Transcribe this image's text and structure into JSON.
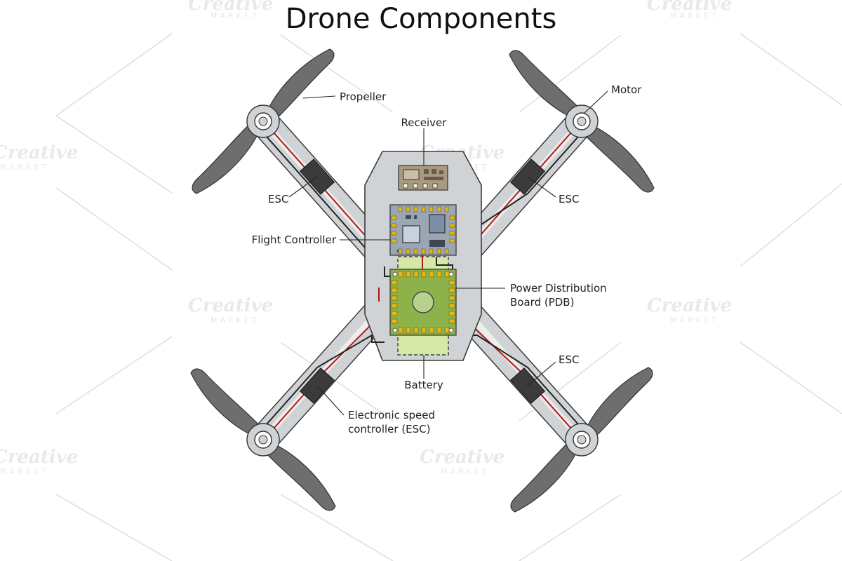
{
  "title": "Drone Components",
  "watermark": {
    "brand": "Creative",
    "sub": "MARKET"
  },
  "labels": {
    "propeller": "Propeller",
    "motor": "Motor",
    "receiver": "Receiver",
    "esc_top_left": "ESC",
    "esc_top_right": "ESC",
    "flight_controller": "Flight Controller",
    "pdb_line1": "Power Distribution",
    "pdb_line2": "Board (PDB)",
    "esc_bottom_right": "ESC",
    "battery": "Battery",
    "esc_full_line1": "Electronic speed",
    "esc_full_line2": "controller (ESC)"
  },
  "colors": {
    "frame": "#d0d3d6",
    "frame_stroke": "#3a3a3a",
    "propeller": "#6d6e70",
    "esc": "#3b3b3b",
    "wire_red": "#b01818",
    "receiver": "#a89a80",
    "flight_controller": "#9aa6b4",
    "pdb": "#8db24a",
    "battery": "#d6e8a8",
    "pad_gold": "#e2b818"
  }
}
